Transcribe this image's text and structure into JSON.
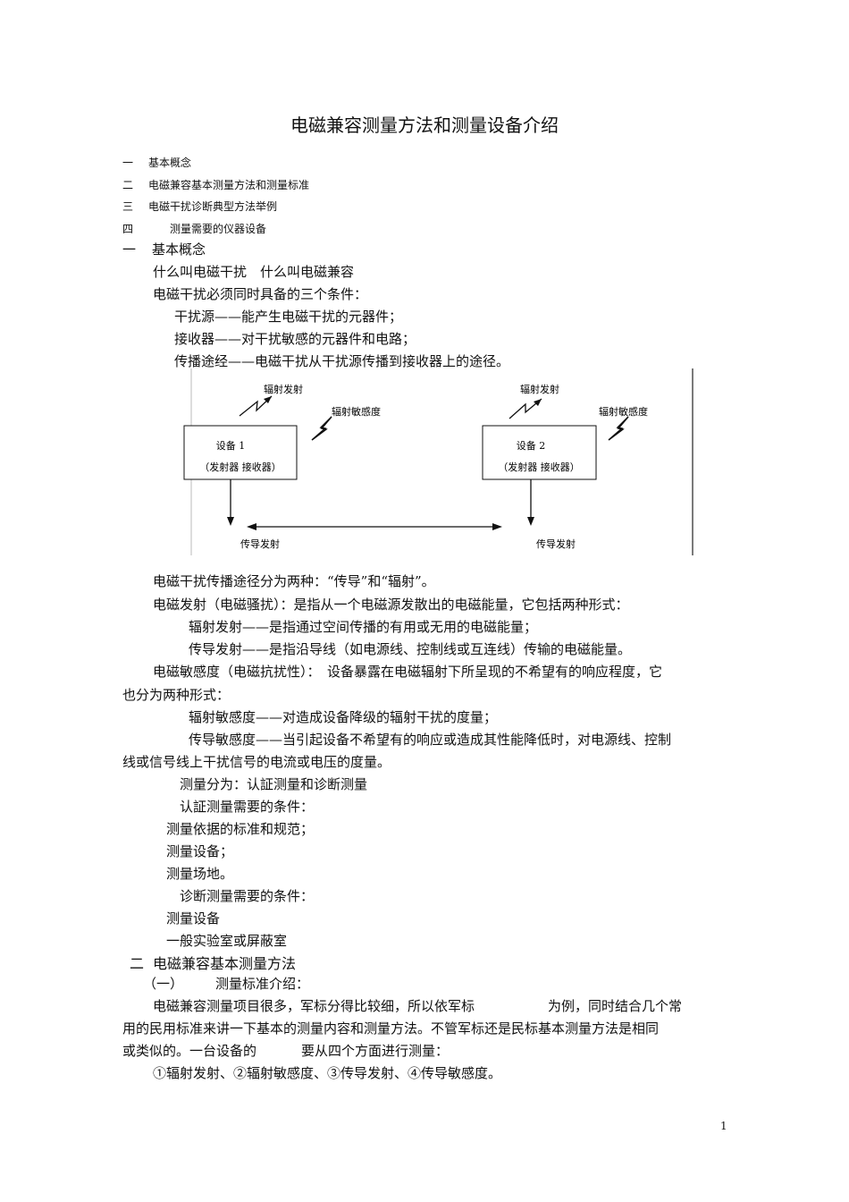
{
  "title": "电磁兼容测量方法和测量设备介绍",
  "toc": [
    {
      "num": "一",
      "text": "基本概念"
    },
    {
      "num": "二",
      "text": "电磁兼容基本测量方法和测量标准"
    },
    {
      "num": "三",
      "text": "电磁干扰诊断典型方法举例"
    },
    {
      "num": "四",
      "text": "测量需要的仪器设备"
    }
  ],
  "section1": {
    "num": "一",
    "heading": "基本概念",
    "p1": "什么叫电磁干扰　什么叫电磁兼容",
    "p2": "电磁干扰必须同时具备的三个条件：",
    "c1": "干扰源——能产生电磁干扰的元器件；",
    "c2": "接收器——对干扰敏感的元器件和电路；",
    "c3": "传播途经——电磁干扰从干扰源传播到接收器上的途径。"
  },
  "diagram": {
    "dev1_name": "设备 1",
    "dev1_sub": "（发射器  接收器）",
    "dev2_name": "设备 2",
    "dev2_sub": "（发射器  接收器）",
    "rad_emit_1": "辐射发射",
    "rad_emit_2": "辐射发射",
    "rad_sus_1": "辐射敏感度",
    "rad_sus_2": "辐射敏感度",
    "cond_emit_1": "传导发射",
    "cond_emit_2": "传导发射"
  },
  "paras": {
    "l1": "电磁干扰传播途径分为两种：“传导”和“辐射”。",
    "l2": "电磁发射（电磁骚扰）：是指从一个电磁源发散出的电磁能量，它包括两种形式：",
    "l3": "辐射发射——是指通过空间传播的有用或无用的电磁能量；",
    "l4": "传导发射——是指沿导线（如电源线、控制线或互连线）传输的电磁能量。",
    "l5": "电磁敏感度（电磁抗扰性）：　设备暴露在电磁辐射下所呈现的不希望有的响应程度，它",
    "l6": "也分为两种形式：",
    "l7": "辐射敏感度——对造成设备降级的辐射干扰的度量；",
    "l8": "传导敏感度——当引起设备不希望有的响应或造成其性能降低时，对电源线、控制",
    "l9": "线或信号线上干扰信号的电流或电压的度量。",
    "l10": "测量分为：认証测量和诊断测量",
    "l11": "认証测量需要的条件：",
    "l12": "测量依据的标准和规范；",
    "l13": "测量设备；",
    "l14": "测量场地。",
    "l15": "诊断测量需要的条件：",
    "l16": "测量设备",
    "l17": "一般实验室或屏蔽室"
  },
  "section2": {
    "num": "二",
    "heading": "电磁兼容基本测量方法",
    "sub_num": "（一）",
    "sub_heading": "测量标准介绍：",
    "p1a": "电磁兼容测量项目很多，军标分得比较细，所以依军标",
    "p1b": "为例，同时结合几个常",
    "p2": "用的民用标准来讲一下基本的测量内容和测量方法。不管军标还是民标基本测量方法是相同",
    "p3a": "或类似的。一台设备的",
    "p3b": "要从四个方面进行测量：",
    "p4": "①辐射发射、②辐射敏感度、③传导发射、④传导敏感度。"
  },
  "page_number": "1"
}
